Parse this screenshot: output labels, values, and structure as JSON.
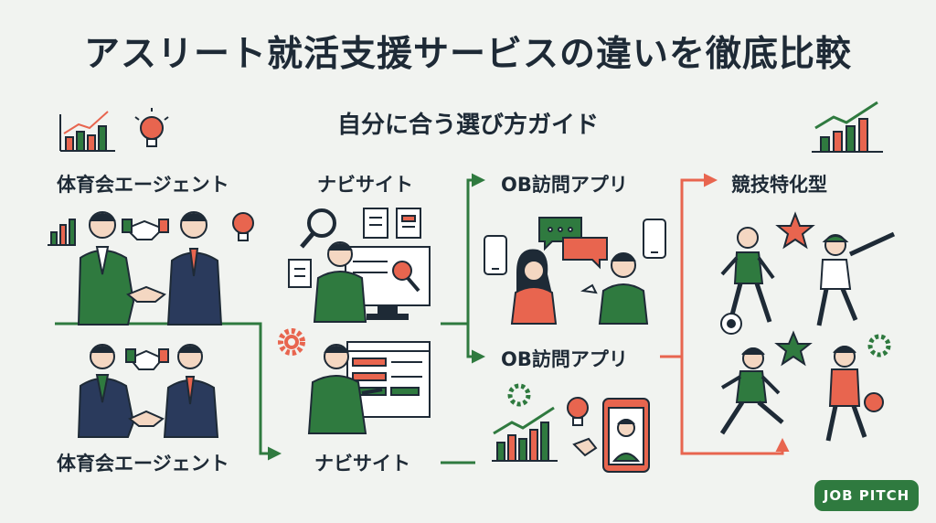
{
  "header": {
    "title": "アスリート就活支援サービスの違いを徹底比較",
    "subtitle": "自分に合う選び方ガイド"
  },
  "columns": {
    "col1_top": "体育会エージェント",
    "col1_bottom": "体育会エージェント",
    "col2_top": "ナビサイト",
    "col2_bottom": "ナビサイト",
    "col3_top": "OB訪問アプリ",
    "col3_bottom": "OB訪問アプリ",
    "col4": "競技特化型"
  },
  "brand": {
    "badge": "JOB PITCH"
  },
  "colors": {
    "green": "#2f7a3f",
    "red": "#e8654f",
    "navy": "#2a3a5c",
    "ink": "#1e2a36"
  }
}
